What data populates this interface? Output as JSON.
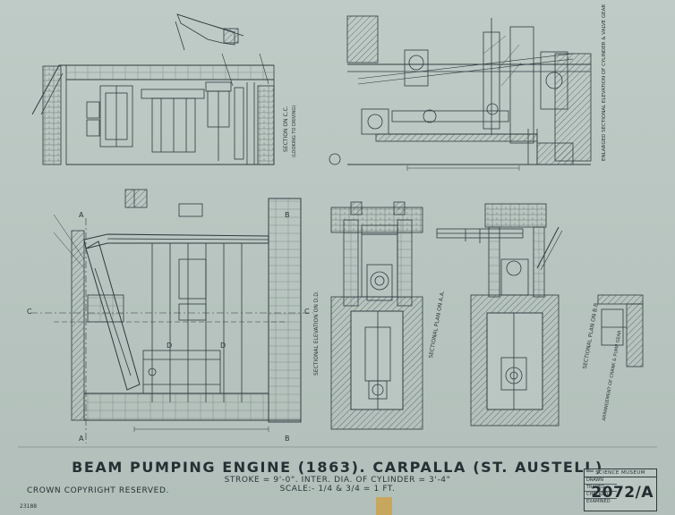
{
  "drawing": {
    "title": "BEAM PUMPING ENGINE (1863). CARPALLA (ST. AUSTELL)",
    "stroke_line": "STROKE = 9'-0\".    INTER. DIA. OF CYLINDER = 3'-4\"",
    "scale_line": "SCALE:- 1/4 & 3/4 = 1 FT.",
    "copyright": "CROWN COPYRIGHT RESERVED.",
    "corner_ref": "23188"
  },
  "views": {
    "section_cc": "SECTION ON C.C.",
    "section_cc_note": "(LOOKING TO DRIVING)",
    "enlarged_section": "ENLARGED SECTIONAL ELEVATION OF CYLINDER & VALVE GEAR",
    "sectional_elevation_dd": "SECTIONAL ELEVATION ON D.D.",
    "sectional_plan_aa": "SECTIONAL PLAN ON A.A.",
    "sectional_plan_bb": "SECTIONAL PLAN ON B.B.",
    "arrangement_note": "ARRANGEMENT OF CRANK & PUMP GEAR"
  },
  "section_markers": {
    "a_top": "A",
    "a_bottom": "A",
    "b_top": "B",
    "b_bottom": "B",
    "c_left": "C",
    "c_right": "C",
    "d_left": "D",
    "d_right": "D"
  },
  "titleblock": {
    "header": "SCIENCE MUSEUM",
    "rows": [
      "DRAWN",
      "TRACED",
      "CHECKED",
      "EXAMINED"
    ],
    "number": "2072/A"
  }
}
